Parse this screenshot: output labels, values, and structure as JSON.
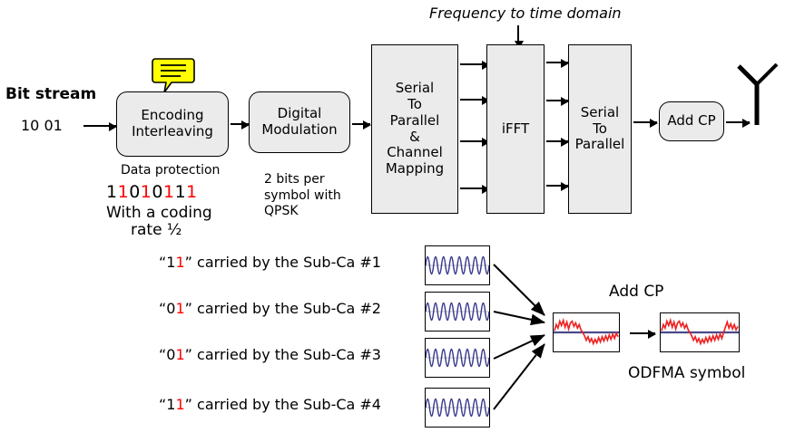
{
  "diagram": {
    "title_note": "Frequency to time domain",
    "input": {
      "label": "Bit stream",
      "bits": "10 01"
    },
    "blocks": [
      {
        "id": "encoding",
        "label": "Encoding\nInterleaving",
        "shape": "rounded"
      },
      {
        "id": "digital-modulation",
        "label": "Digital\nModulation",
        "shape": "rounded"
      },
      {
        "id": "serial-to-parallel-channel-mapping",
        "label": "Serial\nTo\nParallel\n&\nChannel\nMapping",
        "shape": "rect"
      },
      {
        "id": "ifft",
        "label": "iFFT",
        "shape": "rect"
      },
      {
        "id": "serial-to-parallel",
        "label": "Serial\nTo\nParallel",
        "shape": "rect"
      },
      {
        "id": "add-cp",
        "label": "Add CP",
        "shape": "rounded"
      }
    ],
    "annotations": {
      "encoding_note_line1": "Data protection",
      "encoding_note_line3": "With a coding",
      "encoding_note_line4": "rate ½",
      "coded_bits": [
        {
          "c": "1",
          "color": "#000000"
        },
        {
          "c": "1",
          "color": "#ff0000"
        },
        {
          "c": "0",
          "color": "#000000"
        },
        {
          "c": "1",
          "color": "#ff0000"
        },
        {
          "c": "0",
          "color": "#000000"
        },
        {
          "c": "1",
          "color": "#ff0000"
        },
        {
          "c": "1",
          "color": "#000000"
        },
        {
          "c": "1",
          "color": "#ff0000"
        }
      ],
      "modulation_note": "2 bits per\nsymbol with\nQPSK"
    },
    "subcarriers": [
      {
        "prefix": "“",
        "b1": "1",
        "b2": "1",
        "suffix": "” carried by the Sub-Ca #1",
        "cycles": 4
      },
      {
        "prefix": "“",
        "b1": "0",
        "b2": "1",
        "suffix": "” carried by the Sub-Ca #2",
        "cycles": 4
      },
      {
        "prefix": "“",
        "b1": "0",
        "b2": "1",
        "suffix": "” carried by the Sub-Ca #3",
        "cycles": 4
      },
      {
        "prefix": "“",
        "b1": "1",
        "b2": "1",
        "suffix": "” carried by the Sub-Ca #4",
        "cycles": 4
      }
    ],
    "cp_section": {
      "add_cp_label": "Add CP",
      "symbol_label": "ODFMA symbol"
    },
    "colors": {
      "block_fill": "#ebebeb",
      "stroke": "#000000",
      "parity_bit": "#ff0000",
      "data_bit": "#000000",
      "sine_wave": "#3b3b8f",
      "ofdm_wave": "#ee2222",
      "bubble_fill": "#ffff00",
      "center_line": "#4a4a8c"
    },
    "icons": {
      "comment_bubble": "comment-bubble-icon",
      "antenna": "antenna-icon"
    }
  }
}
